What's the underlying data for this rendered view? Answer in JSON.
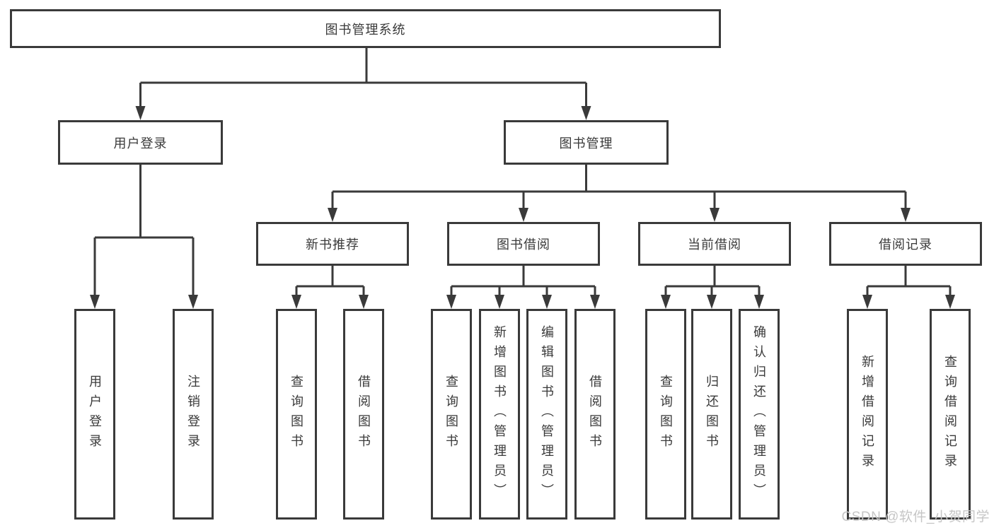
{
  "tree": {
    "label": "图书管理系统",
    "children": [
      {
        "label": "用户登录",
        "children": [
          {
            "label": "用户登录"
          },
          {
            "label": "注销登录"
          }
        ]
      },
      {
        "label": "图书管理",
        "children": [
          {
            "label": "新书推荐",
            "children": [
              {
                "label": "查询图书"
              },
              {
                "label": "借阅图书"
              }
            ]
          },
          {
            "label": "图书借阅",
            "children": [
              {
                "label": "查询图书"
              },
              {
                "label": "新增图书（管理员）"
              },
              {
                "label": "编辑图书（管理员）"
              },
              {
                "label": "借阅图书"
              }
            ]
          },
          {
            "label": "当前借阅",
            "children": [
              {
                "label": "查询图书"
              },
              {
                "label": "归还图书"
              },
              {
                "label": "确认归还（管理员）"
              }
            ]
          },
          {
            "label": "借阅记录",
            "children": [
              {
                "label": "新增借阅记录"
              },
              {
                "label": "查询借阅记录"
              }
            ]
          }
        ]
      }
    ]
  },
  "watermark": "CSDN @软件_小贺同学",
  "colors": {
    "line": "#3a3a3a",
    "text": "#3a3a3a",
    "box_fill": "#ffffff",
    "background": "#ffffff",
    "watermark": "#c6c6c6"
  }
}
